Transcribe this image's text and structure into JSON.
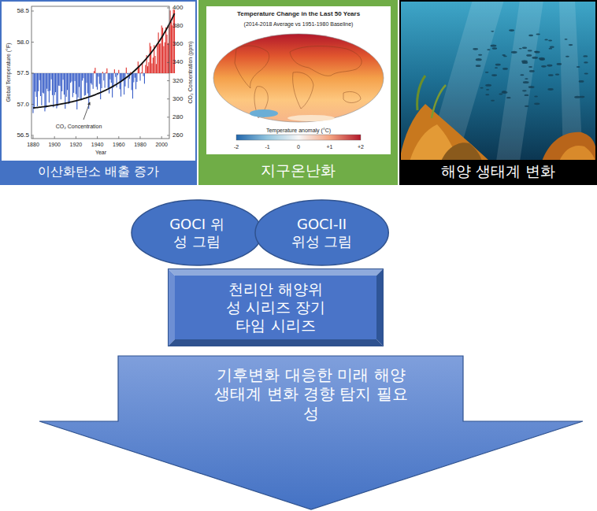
{
  "diagram": {
    "nodes": [
      {
        "text": [
          "이산화탄소 배출 증가"
        ]
      },
      {
        "text": [
          "지구온난화"
        ]
      },
      {
        "text": [
          "해양 생태계 변화"
        ]
      },
      {
        "text": [
          "GOCI 위성 그림"
        ]
      },
      {
        "text": [
          "GOCI-II 위성 그림"
        ]
      },
      {
        "text": [
          "천리안 해양위성 시리즈 장기 타임 시리즈"
        ]
      },
      {
        "text": [
          "기후변화 대응한 미래 해양생태계 변화 경향 탐지 필요성"
        ]
      }
    ],
    "labels": [
      "58.5",
      "58.0",
      "57.5",
      "57.0",
      "56.5",
      "Global Temperature (°F)",
      "400",
      "380",
      "360",
      "340",
      "320",
      "300",
      "280",
      "260",
      "CO₂ Concentration (ppm)",
      "1880",
      "1900",
      "1920",
      "1940",
      "1960",
      "1980",
      "2000",
      "Year",
      "CO₂ Concentration",
      "Temperature Change in the Last 50 Years",
      "(2014-2018 Average vs 1951-1980 Baseline)",
      "Temperature anomaly (°C)",
      "-2",
      "-1",
      "0",
      "+1",
      "+2"
    ]
  }
}
